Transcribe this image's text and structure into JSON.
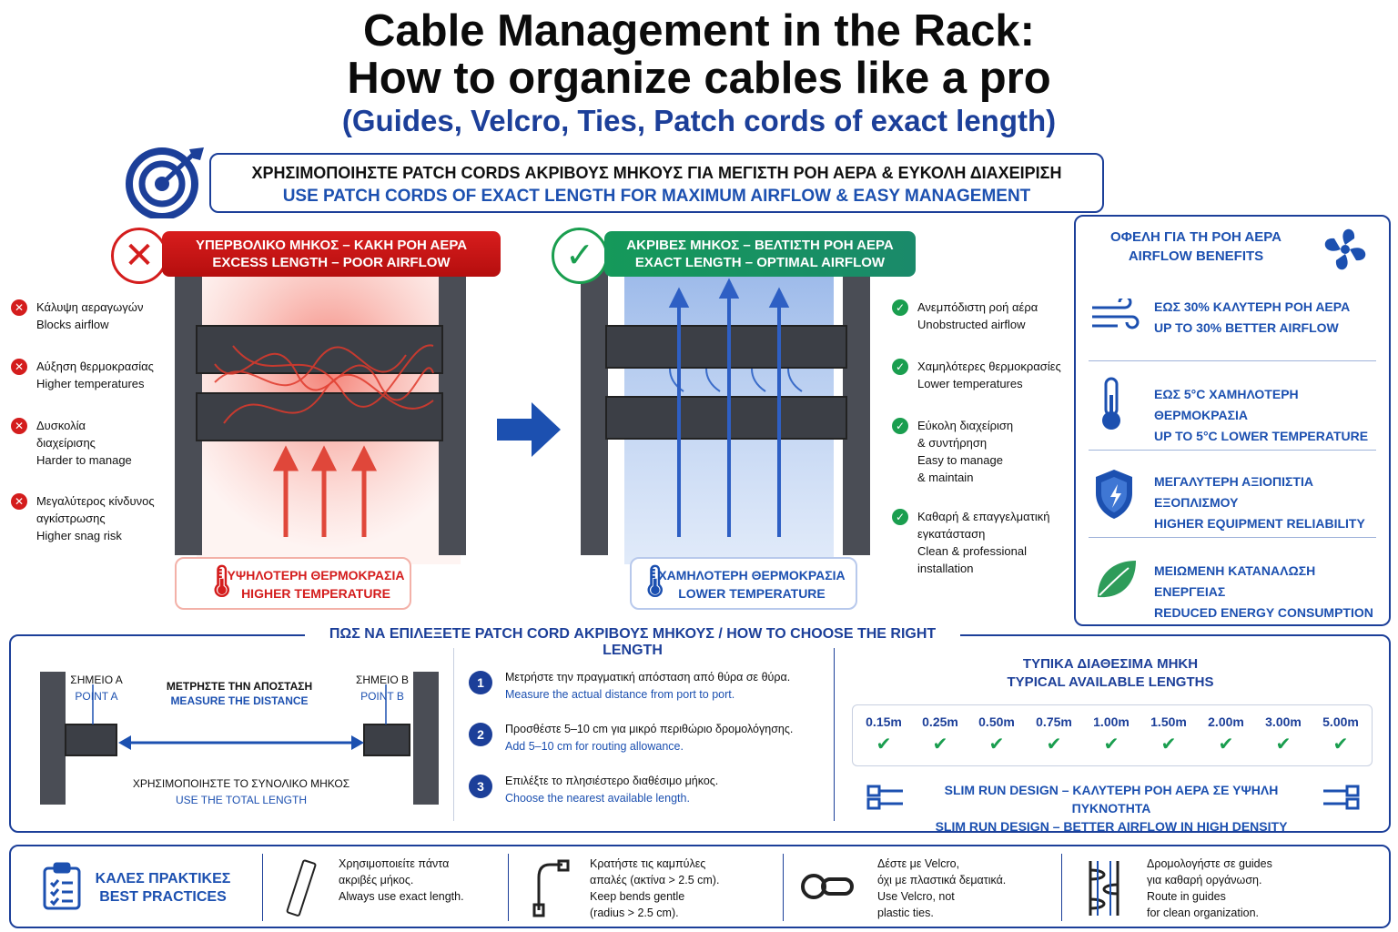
{
  "title": {
    "line1": "Cable Management in the Rack:",
    "line2": "How to organize cables like a pro",
    "line3": "(Guides, Velcro, Ties, Patch cords of exact length)"
  },
  "banner": {
    "greek": "ΧΡΗΣΙΜΟΠΟΙΗΣΤΕ PATCH CORDS ΑΚΡΙΒΟΥΣ ΜΗΚΟΥΣ ΓΙΑ ΜΕΓΙΣΤΗ ΡΟΗ ΑΕΡΑ & ΕΥΚΟΛΗ ΔΙΑΧΕΙΡΙΣΗ",
    "english": "USE PATCH CORDS OF EXACT LENGTH FOR MAXIMUM AIRFLOW & EASY MANAGEMENT"
  },
  "bad": {
    "header_gr": "ΥΠΕΡΒΟΛΙΚΟ ΜΗΚΟΣ – ΚΑΚΗ ΡΟΗ ΑΕΡΑ",
    "header_en": "EXCESS LENGTH – POOR AIRFLOW",
    "temp_gr": "ΥΨΗΛΟΤΕΡΗ ΘΕΡΜΟΚΡΑΣΙΑ",
    "temp_en": "HIGHER TEMPERATURE",
    "items": [
      {
        "gr": "Κάλυψη αεραγωγών",
        "en": "Blocks airflow"
      },
      {
        "gr": "Αύξηση θερμοκρασίας",
        "en": "Higher temperatures"
      },
      {
        "gr": "Δυσκολία",
        "gr2": "διαχείρισης",
        "en": "Harder to manage"
      },
      {
        "gr": "Μεγαλύτερος κίνδυνος",
        "gr2": "αγκίστρωσης",
        "en": "Higher snag risk"
      }
    ]
  },
  "good": {
    "header_gr": "ΑΚΡΙΒΕΣ ΜΗΚΟΣ – ΒΕΛΤΙΣΤΗ ΡΟΗ ΑΕΡΑ",
    "header_en": "EXACT LENGTH – OPTIMAL AIRFLOW",
    "temp_gr": "ΧΑΜΗΛΟΤΕΡΗ ΘΕΡΜΟΚΡΑΣΙΑ",
    "temp_en": "LOWER TEMPERATURE",
    "items": [
      {
        "gr": "Ανεμπόδιστη ροή αέρα",
        "en": "Unobstructed airflow"
      },
      {
        "gr": "Χαμηλότερες θερμοκρασίες",
        "en": "Lower temperatures"
      },
      {
        "gr": "Εύκολη διαχείριση",
        "gr2": "& συντήρηση",
        "en": "Easy to manage",
        "en2": "& maintain"
      },
      {
        "gr": "Καθαρή & επαγγελματική",
        "gr2": "εγκατάσταση",
        "en": "Clean & professional",
        "en2": "installation"
      }
    ]
  },
  "benefits": {
    "title_gr": "ΟΦΕΛΗ ΓΙΑ ΤΗ ΡΟΗ ΑΕΡΑ",
    "title_en": "AIRFLOW BENEFITS",
    "items": [
      {
        "gr": "ΕΩΣ 30% ΚΑΛΥΤΕΡΗ ΡΟΗ ΑΕΡΑ",
        "en": "UP TO 30% BETTER AIRFLOW"
      },
      {
        "gr": "ΕΩΣ 5°C ΧΑΜΗΛΟΤΕΡΗ ΘΕΡΜΟΚΡΑΣΙΑ",
        "en": "UP TO 5°C LOWER TEMPERATURE"
      },
      {
        "gr": "ΜΕΓΑΛΥΤΕΡΗ ΑΞΙΟΠΙΣΤΙΑ ΕΞΟΠΛΙΣΜΟΥ",
        "en": "HIGHER EQUIPMENT RELIABILITY"
      },
      {
        "gr": "ΜΕΙΩΜΕΝΗ ΚΑΤΑΝΑΛΩΣΗ ΕΝΕΡΓΕΙΑΣ",
        "en": "REDUCED ENERGY CONSUMPTION"
      }
    ]
  },
  "howto": {
    "title": "ΠΩΣ ΝΑ ΕΠΙΛΕΞΕΤΕ PATCH CORD ΑΚΡΙΒΟΥΣ ΜΗΚΟΥΣ / HOW TO CHOOSE THE RIGHT LENGTH",
    "point_a_gr": "ΣΗΜΕΙΟ Α",
    "point_a_en": "POINT A",
    "point_b_gr": "ΣΗΜΕΙΟ Β",
    "point_b_en": "POINT B",
    "measure_gr": "ΜΕΤΡΗΣΤΕ ΤΗΝ ΑΠΟΣΤΑΣΗ",
    "measure_en": "MEASURE THE DISTANCE",
    "total_gr": "ΧΡΗΣΙΜΟΠΟΙΗΣΤΕ ΤΟ ΣΥΝΟΛΙΚΟ ΜΗΚΟΣ",
    "total_en": "USE THE TOTAL LENGTH",
    "steps": [
      {
        "n": "1",
        "gr": "Μετρήστε την πραγματική απόσταση από θύρα σε θύρα.",
        "en": "Measure the actual distance from port to port."
      },
      {
        "n": "2",
        "gr": "Προσθέστε 5–10 cm για μικρό περιθώριο δρομολόγησης.",
        "en": "Add 5–10 cm for routing allowance."
      },
      {
        "n": "3",
        "gr": "Επιλέξτε το πλησιέστερο διαθέσιμο μήκος.",
        "en": "Choose the nearest available length."
      }
    ],
    "lengths_title_gr": "ΤΥΠΙΚΑ ΔΙΑΘΕΣΙΜΑ ΜΗΚΗ",
    "lengths_title_en": "TYPICAL AVAILABLE LENGTHS",
    "lengths": [
      "0.15m",
      "0.25m",
      "0.50m",
      "0.75m",
      "1.00m",
      "1.50m",
      "2.00m",
      "3.00m",
      "5.00m"
    ],
    "slim_gr": "SLIM RUN DESIGN – ΚΑΛΥΤΕΡΗ ΡΟΗ ΑΕΡΑ ΣΕ ΥΨΗΛΗ ΠΥΚΝΟΤΗΤΑ",
    "slim_en": "SLIM RUN DESIGN – BETTER AIRFLOW IN HIGH DENSITY"
  },
  "best": {
    "title_gr": "ΚΑΛΕΣ ΠΡΑΚΤΙΚΕΣ",
    "title_en": "BEST PRACTICES",
    "items": [
      {
        "l1": "Χρησιμοποιείτε πάντα",
        "l2": "ακριβές μήκος.",
        "l3": "Always use exact length.",
        "l4": ""
      },
      {
        "l1": "Κρατήστε τις καμπύλες",
        "l2": "απαλές (ακτίνα > 2.5 cm).",
        "l3": "Keep bends gentle",
        "l4": "(radius > 2.5 cm)."
      },
      {
        "l1": "Δέστε με Velcro,",
        "l2": "όχι με πλαστικά δεματικά.",
        "l3": "Use Velcro, not",
        "l4": "plastic ties."
      },
      {
        "l1": "Δρομολογήστε σε guides",
        "l2": "για καθαρή οργάνωση.",
        "l3": "Route in guides",
        "l4": "for clean organization."
      }
    ]
  },
  "colors": {
    "navy": "#1c3f99",
    "blue": "#1c50b0",
    "red": "#d41d1d",
    "green": "#1a9e4f"
  }
}
